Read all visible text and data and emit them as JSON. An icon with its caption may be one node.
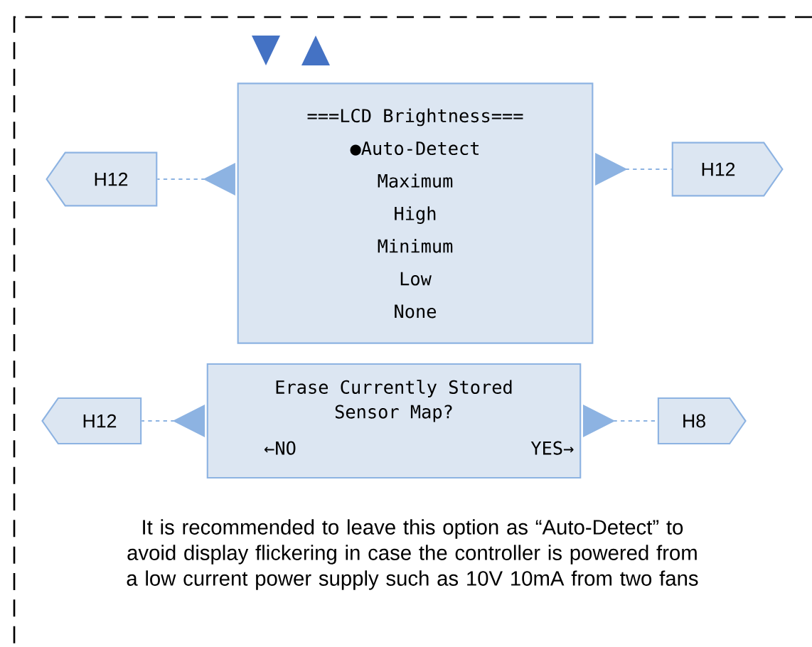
{
  "diagram": {
    "nodes": [
      {
        "text": [
          "===LCD Brightness===",
          "●Auto-Detect",
          "Maximum",
          "High",
          "Minimum",
          "Low",
          "None"
        ]
      },
      {
        "text": [
          "H12"
        ]
      },
      {
        "text": [
          "H12"
        ]
      },
      {
        "text": [
          "Erase Currently Stored Sensor Map?",
          "←NO",
          "YES→"
        ]
      },
      {
        "text": [
          "H12"
        ]
      },
      {
        "text": [
          "H8"
        ]
      }
    ],
    "edges": [
      {
        "from": 0,
        "to": 1,
        "arrow": "to",
        "style": "dashed"
      },
      {
        "from": 0,
        "to": 2,
        "arrow": "to",
        "style": "dashed"
      },
      {
        "from": 3,
        "to": 4,
        "arrow": "to",
        "style": "dashed"
      },
      {
        "from": 3,
        "to": 5,
        "arrow": "to",
        "style": "dashed"
      }
    ],
    "labels": [
      "It is recommended to leave this option as “Auto-Detect” to avoid display flickering in case the controller is powered from a low current power supply such as 10V 10mA from two fans"
    ]
  }
}
